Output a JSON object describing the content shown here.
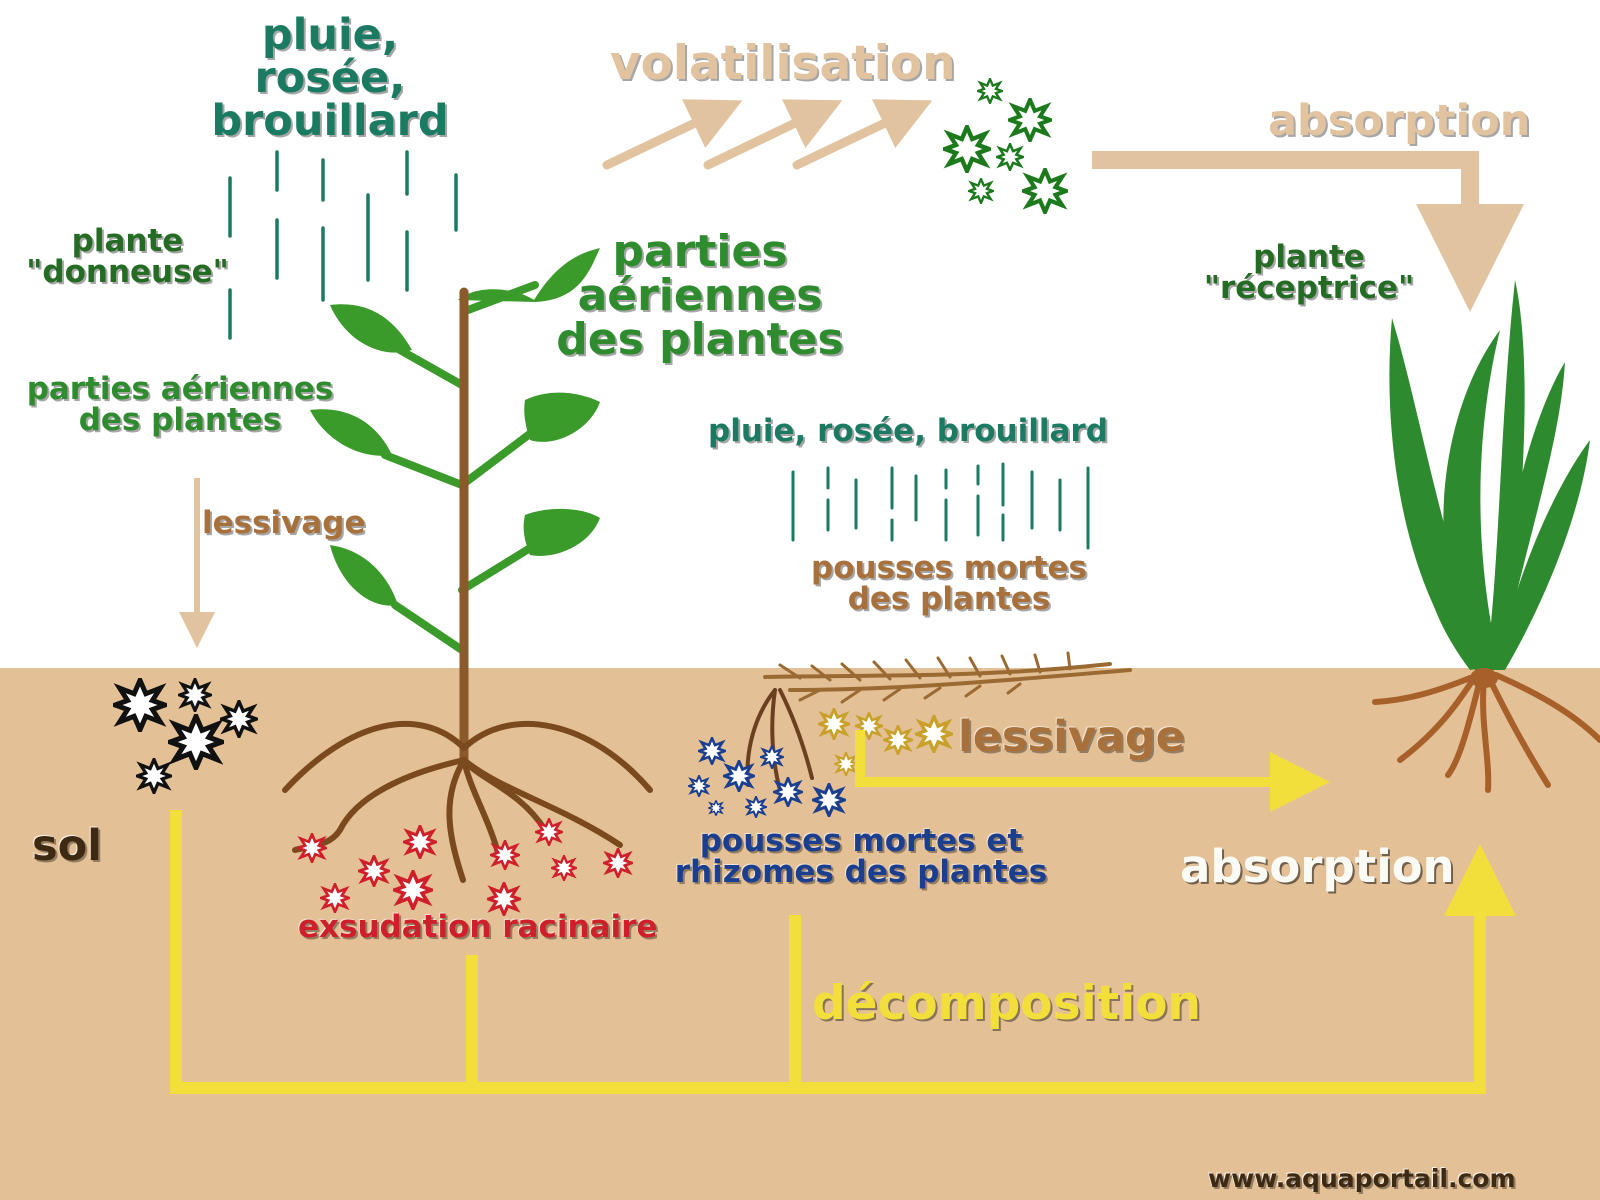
{
  "labels": {
    "rain_top": "pluie,\nrosée,\nbrouillard",
    "volatilisation": "volatilisation",
    "absorption_top": "absorption",
    "donor_plant": "plante\n\"donneuse\"",
    "aerial_parts_center": "parties\naériennes\ndes plantes",
    "receiver_plant": "plante\n\"réceptrice\"",
    "aerial_parts_left": "parties aériennes\ndes plantes",
    "rain_middle": "pluie, rosée, brouillard",
    "leaching_left": "lessivage",
    "dead_shoots": "pousses mortes\ndes plantes",
    "leaching_soil": "lessivage",
    "soil": "sol",
    "dead_shoots_rhizomes": "pousses mortes et\nrhizomes des plantes",
    "absorption_soil": "absorption",
    "root_exudation": "exsudation racinaire",
    "decomposition": "décomposition",
    "website": "www.aquaportail.com"
  },
  "colors": {
    "soil": "#e3c096",
    "teal_text": "#1a7a62",
    "green_text": "#2e8b2e",
    "tan_arrow": "#e2c3a0",
    "yellow_arrow": "#f2df3c",
    "red_text": "#cf1f2a",
    "navy_text": "#1b3e8f",
    "brown_text": "#a8713b",
    "stem": "#8a5a2b",
    "leaf": "#3a9a2a"
  },
  "icons": [
    "rain-streaks",
    "starburst-particles",
    "leaf",
    "root",
    "arrow"
  ]
}
